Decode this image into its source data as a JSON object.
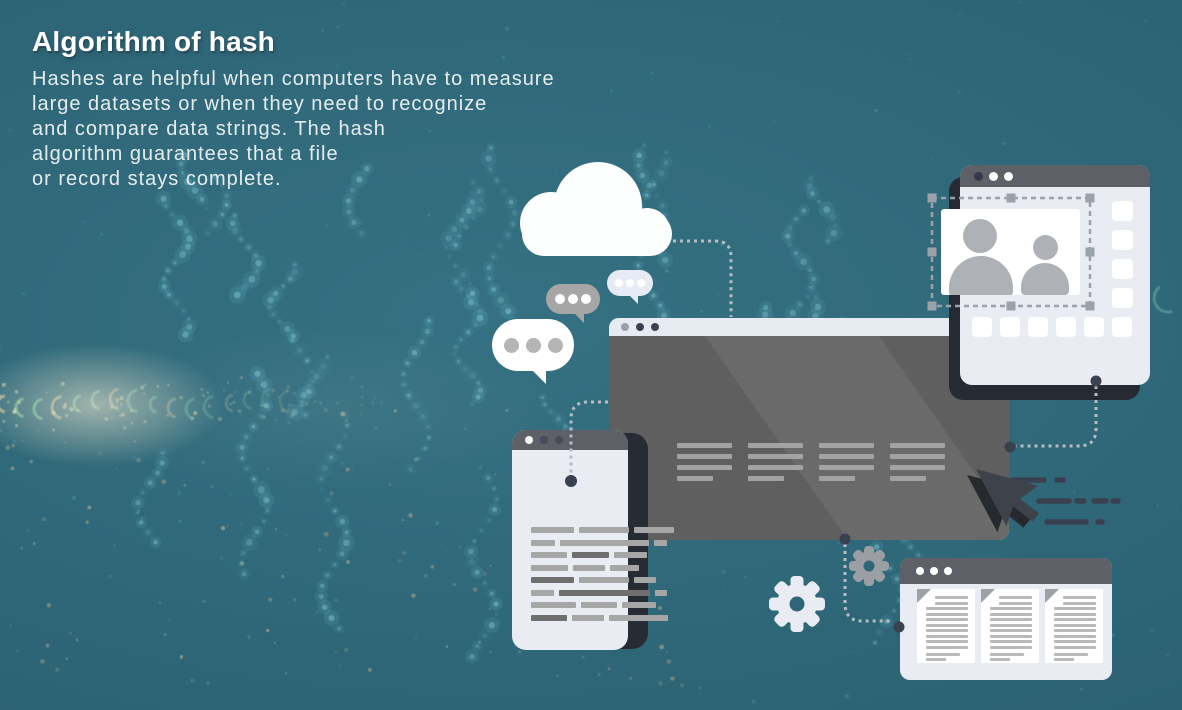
{
  "intro": {
    "heading": "Algorithm of hash",
    "lines": [
      "Hashes are helpful when computers have to measure",
      "large datasets or when they need to recognize",
      "and compare data strings. The hash",
      "algorithm guarantees that a file",
      "or record stays complete."
    ]
  },
  "colors": {
    "background_teal": "#2f6879",
    "background_light": "#357182",
    "background_dark": "#2b6173",
    "panel_light": "#e9ecf3",
    "titlebar_dark": "#5d6066",
    "titlebar_light": "#e6eaf1",
    "window_body_gray": "#5f5f5f",
    "connector_light": "#b7bdc4",
    "connector_dark": "#394050",
    "bar_light_gray": "#a6a6a6",
    "bar_dark_gray": "#6f6f6f",
    "person_gray": "#aeb1b6",
    "gear_light": "#e9ecf3",
    "gear_gray": "#9b9fa4",
    "glow_warm": "#e8d4a4",
    "particle_teal": "#8cd7e1",
    "white": "#ffffff"
  },
  "illustration": {
    "cloud": {
      "icon": "cloud-icon"
    },
    "chat_bubbles": [
      {
        "icon": "chat-bubble-icon",
        "style": "light-blue",
        "dots": 3
      },
      {
        "icon": "chat-bubble-icon",
        "style": "gray",
        "dots": 3
      },
      {
        "icon": "chat-bubble-icon",
        "style": "white",
        "dots": 3
      }
    ],
    "main_window": {
      "icon": "browser-window-icon",
      "titlebar_dots": 3,
      "columns": 4,
      "line_widths": [
        55,
        55,
        55,
        36
      ]
    },
    "users_window": {
      "icon": "browser-window-icon",
      "titlebar_dots": 3,
      "users": 2,
      "sidebar_squares": 4,
      "bottom_squares": 6
    },
    "phone": {
      "icon": "smartphone-icon",
      "titlebar_dots": 3,
      "code_rows": [
        [
          {
            "w": 43,
            "t": "l"
          },
          {
            "w": 50,
            "t": "l"
          },
          {
            "w": 40,
            "t": "l"
          }
        ],
        [
          {
            "w": 24,
            "t": "l"
          },
          {
            "w": 89,
            "t": "l"
          },
          {
            "w": 13,
            "t": "l"
          }
        ],
        [
          {
            "w": 36,
            "t": "l"
          },
          {
            "w": 37,
            "t": "d"
          },
          {
            "w": 33,
            "t": "l"
          }
        ],
        [
          {
            "w": 37,
            "t": "l"
          },
          {
            "w": 32,
            "t": "l"
          },
          {
            "w": 29,
            "t": "l"
          }
        ],
        [
          {
            "w": 43,
            "t": "d"
          },
          {
            "w": 50,
            "t": "l"
          },
          {
            "w": 22,
            "t": "l"
          }
        ],
        [
          {
            "w": 23,
            "t": "l"
          },
          {
            "w": 91,
            "t": "d"
          },
          {
            "w": 12,
            "t": "l"
          }
        ],
        [
          {
            "w": 45,
            "t": "l"
          },
          {
            "w": 36,
            "t": "l"
          },
          {
            "w": 34,
            "t": "l"
          }
        ],
        [
          {
            "w": 36,
            "t": "d"
          },
          {
            "w": 32,
            "t": "l"
          },
          {
            "w": 59,
            "t": "l"
          }
        ]
      ]
    },
    "gears": [
      {
        "icon": "gear-icon",
        "size": "large"
      },
      {
        "icon": "gear-icon",
        "size": "small"
      }
    ],
    "documents_window": {
      "icon": "browser-window-icon",
      "titlebar_dots": 3,
      "documents": 3,
      "lines_per_document": 10,
      "short_line_widths": [
        34,
        20
      ]
    },
    "cursor": {
      "icon": "cursor-icon"
    },
    "connectors": {
      "dotted_paths": 4,
      "selection_handles": 8,
      "motion_dash_rows": 3
    }
  }
}
